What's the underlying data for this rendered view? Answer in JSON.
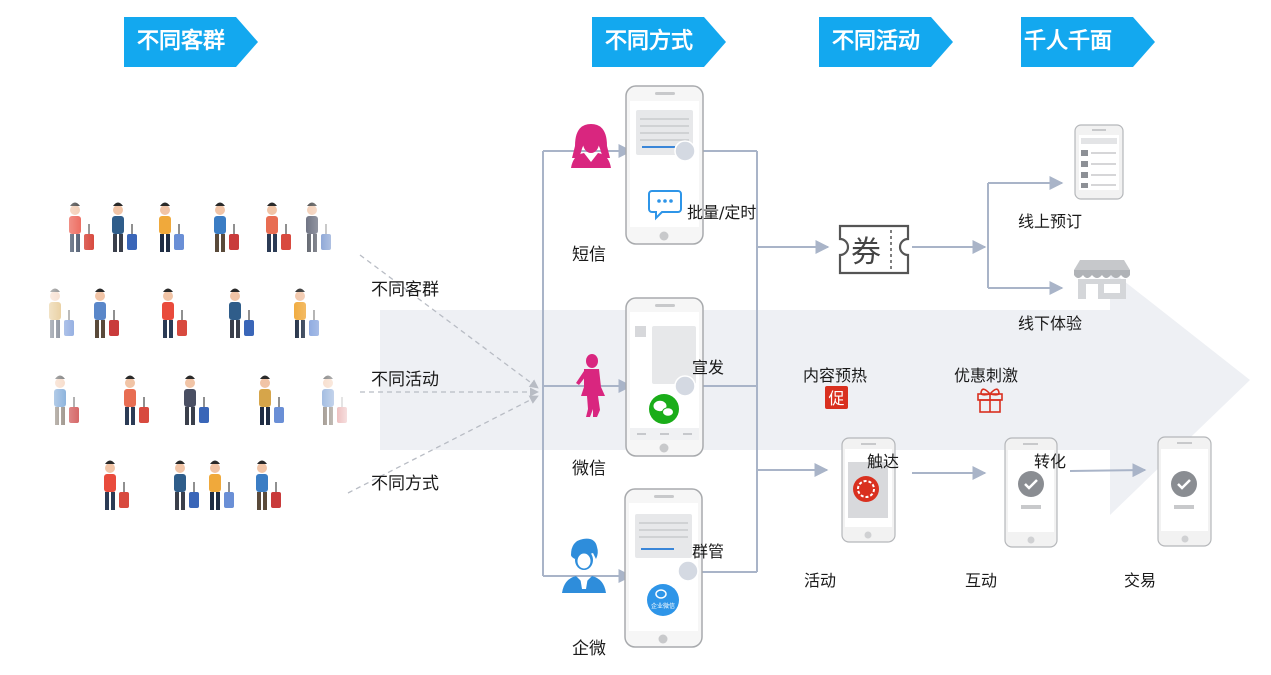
{
  "colors": {
    "banner": "#13a8ef",
    "arrow_band": "#eef0f4",
    "line": "#a9b4c8",
    "pink": "#d9267f",
    "blue_person": "#2e8ddb",
    "chat_blue": "#2e95e8",
    "wechat_green": "#1aad19",
    "promo_red": "#d9301f",
    "check_gray": "#8a8d92",
    "phone_border": "#a8aaad"
  },
  "banners": [
    {
      "label": "不同客群"
    },
    {
      "label": "不同方式"
    },
    {
      "label": "不同活动"
    },
    {
      "label": "千人千面"
    }
  ],
  "segments": [
    {
      "label": "不同客群"
    },
    {
      "label": "不同活动"
    },
    {
      "label": "不同方式"
    }
  ],
  "channels": [
    {
      "name": "短信",
      "action": "批量/定时",
      "icon": "woman-avatar-icon"
    },
    {
      "name": "微信",
      "action": "宣发",
      "icon": "woman-standing-icon"
    },
    {
      "name": "企微",
      "action": "群管",
      "icon": "man-avatar-icon"
    }
  ],
  "coupon": {
    "glyph": "券"
  },
  "enterprise_badge": "企业微信",
  "outcomes": [
    {
      "label": "线上预订"
    },
    {
      "label": "线下体验"
    }
  ],
  "features": [
    {
      "label": "内容预热",
      "badge": "促"
    },
    {
      "label": "优惠刺激"
    }
  ],
  "flow": {
    "steps": [
      {
        "label": "活动"
      },
      {
        "label": "互动"
      },
      {
        "label": "交易"
      }
    ],
    "transitions": [
      {
        "label": "触达"
      },
      {
        "label": "转化"
      }
    ]
  }
}
